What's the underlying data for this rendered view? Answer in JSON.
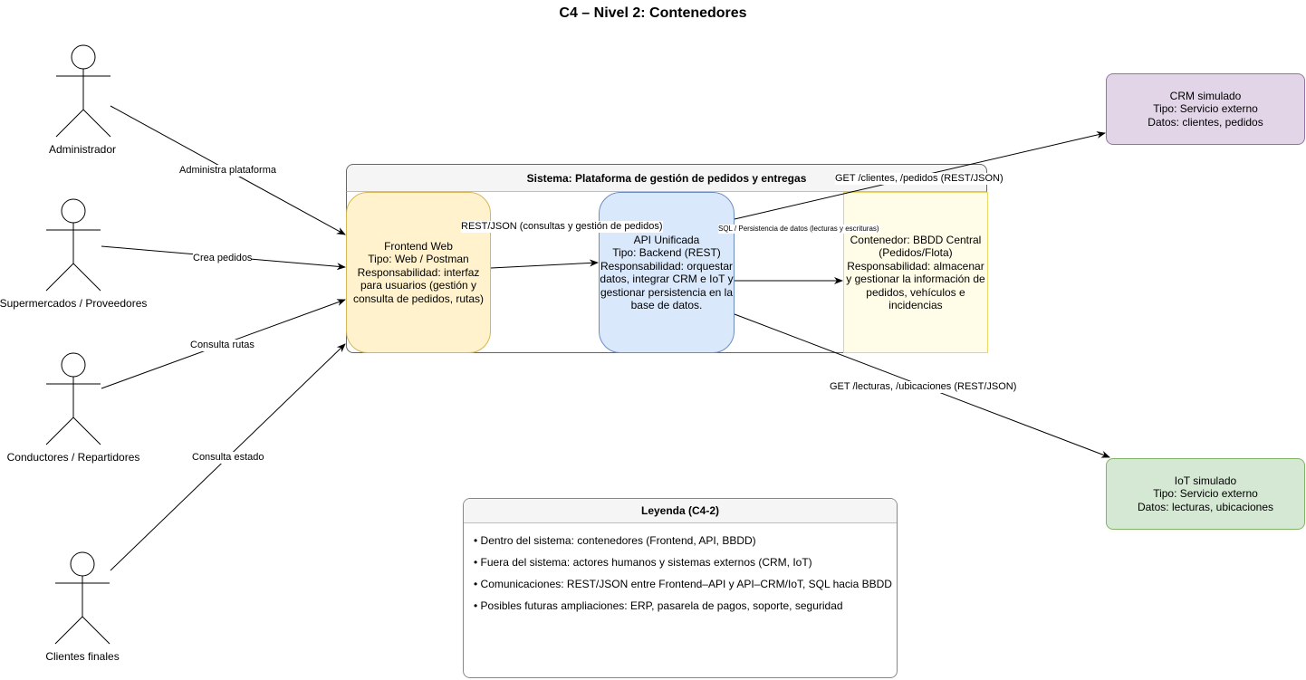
{
  "title": "C4 – Nivel 2: Contenedores",
  "actors": [
    {
      "id": "admin",
      "label": "Administrador"
    },
    {
      "id": "super",
      "label": "Supermercados / Proveedores"
    },
    {
      "id": "driver",
      "label": "Conductores / Repartidores"
    },
    {
      "id": "client",
      "label": "Clientes finales"
    }
  ],
  "system": {
    "header": "Sistema: Plataforma de gestión de pedidos y entregas"
  },
  "containers": {
    "frontend": {
      "lines": [
        "Frontend Web",
        "Tipo: Web / Postman",
        "Responsabilidad: interfaz",
        "para usuarios (gestión y",
        "consulta de pedidos, rutas)"
      ],
      "fill": "#fff2cc",
      "stroke": "#d6b656"
    },
    "api": {
      "lines": [
        "API Unificada",
        "Tipo: Backend (REST)",
        "Responsabilidad: orquestar",
        "datos, integrar CRM e IoT y",
        "gestionar persistencia en la",
        "base de datos."
      ],
      "fill": "#dae8fc",
      "stroke": "#6c8ebf"
    },
    "db": {
      "lines": [
        "Contenedor: BBDD Central",
        "(Pedidos/Flota)",
        "Responsabilidad: almacenar",
        "y gestionar la información de",
        "pedidos, vehículos e",
        "incidencias"
      ],
      "fill": "#fffde7",
      "stroke": "#e6d96a"
    }
  },
  "external": {
    "crm": {
      "lines": [
        "CRM simulado",
        "Tipo: Servicio externo",
        "Datos: clientes, pedidos"
      ],
      "fill": "#e1d5e7",
      "stroke": "#9673a6"
    },
    "iot": {
      "lines": [
        "IoT simulado",
        "Tipo: Servicio externo",
        "Datos: lecturas, ubicaciones"
      ],
      "fill": "#d5e8d4",
      "stroke": "#82b366"
    }
  },
  "edges": {
    "admin": "Administra plataforma",
    "super": "Crea pedidos",
    "driver": "Consulta rutas",
    "client": "Consulta estado",
    "frontend_api": "REST/JSON (consultas y gestión de pedidos)",
    "api_db": "SQL / Persistencia de datos (lecturas y escrituras)",
    "api_crm": "GET /clientes, /pedidos (REST/JSON)",
    "api_iot": "GET /lecturas, /ubicaciones (REST/JSON)"
  },
  "legend": {
    "title": "Leyenda (C4-2)",
    "items": [
      "• Dentro del sistema: contenedores (Frontend, API, BBDD)",
      "• Fuera del sistema: actores humanos y sistemas externos (CRM, IoT)",
      "• Comunicaciones: REST/JSON entre Frontend–API y API–CRM/IoT, SQL hacia BBDD",
      "• Posibles futuras ampliaciones: ERP, pasarela de pagos, soporte, seguridad"
    ]
  }
}
